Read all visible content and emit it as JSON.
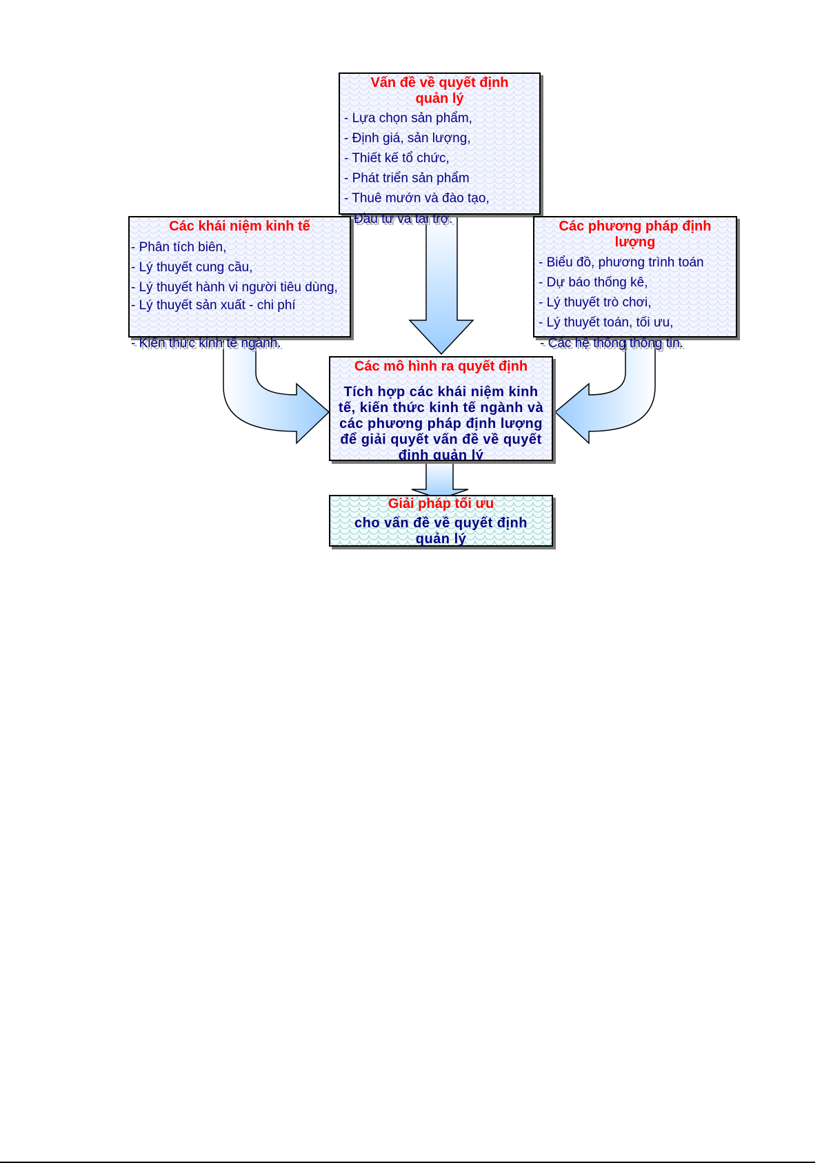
{
  "top_box": {
    "title": "Vấn đề về quyết định quản lý",
    "items": [
      "- Lựa chọn sản phẩm,",
      "- Định giá, sản lượng,",
      "- Thiết kế tổ chức,",
      "- Phát triển sản phẩm",
      "- Thuê mướn và đào tạo,"
    ],
    "overflow": "Đầu tư và tài trợ."
  },
  "left_box": {
    "title": "Các khái niệm kinh tế",
    "items": [
      " - Phân tích biên,",
      " - Lý thuyết cung cầu,",
      " - Lý thuyết hành vi người tiêu dùng,",
      " - Lý thuyết sản xuất - chi phí"
    ],
    "overflow": " - Kiến thức kinh tế ngành."
  },
  "right_box": {
    "title": "Các phương pháp định lượng",
    "items": [
      "- Biểu đồ, phương trình toán",
      "- Dự báo thống kê,",
      "- Lý thuyết trò chơi,",
      "- Lý thuyết toán, tối ưu,"
    ],
    "overflow": "- Các hệ thống thông tin."
  },
  "middle_box": {
    "title": "Các mô hình ra quyết định",
    "body": "Tích hợp các khái niệm kinh tế, kiến thức kinh tế ngành và các phương pháp định lượng để giải quyết vấn đề về quyết định quản lý"
  },
  "bottom_box": {
    "title": "Giải pháp tối ưu",
    "body": "cho vấn đề về quyết định quản lý"
  },
  "colors": {
    "title": "#ff0000",
    "text": "#000080",
    "arrow": "#99ccff"
  }
}
